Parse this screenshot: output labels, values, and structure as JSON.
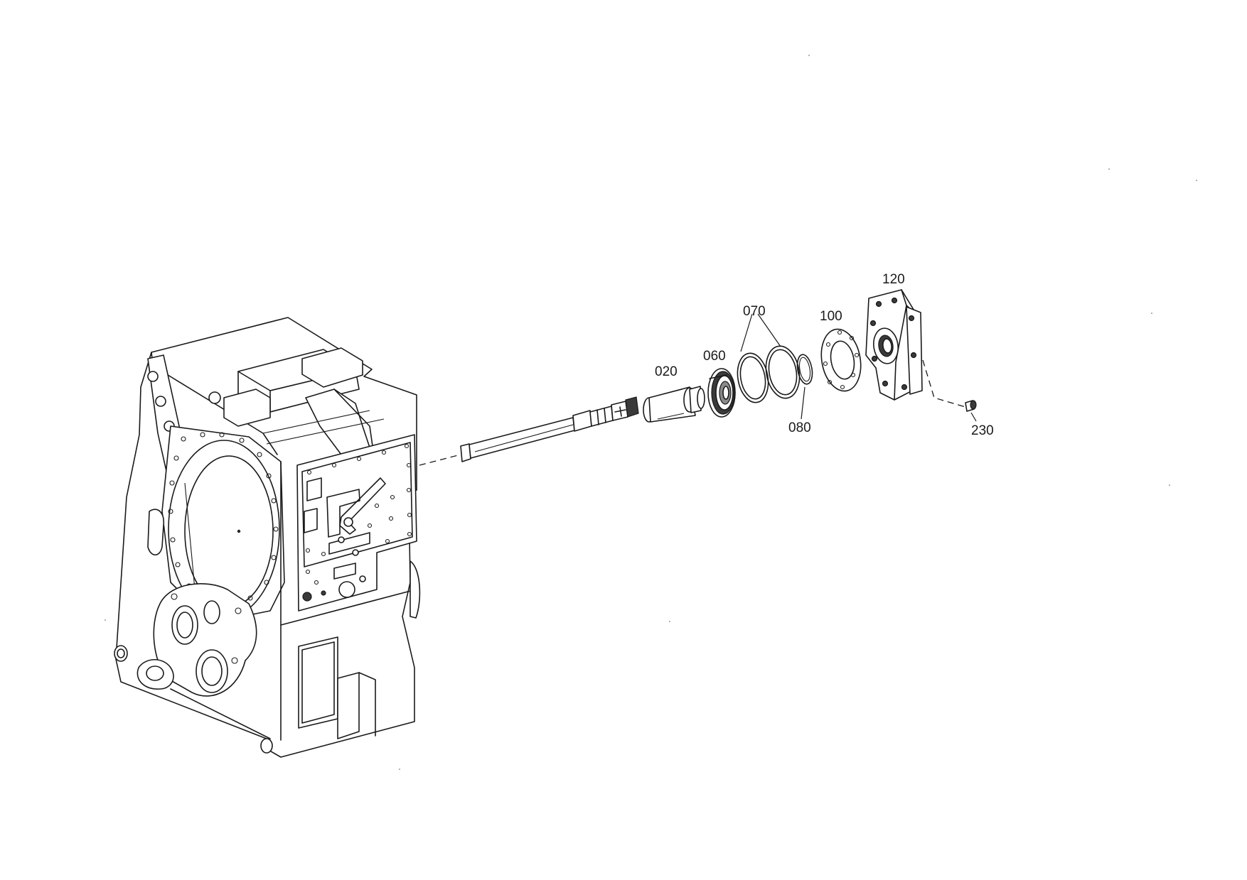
{
  "callouts": {
    "p020": "020",
    "p060": "060",
    "p070": "070",
    "p080": "080",
    "p100": "100",
    "p120": "120",
    "p230": "230"
  },
  "colors": {
    "line": "#1a1a1a",
    "background": "#ffffff"
  }
}
